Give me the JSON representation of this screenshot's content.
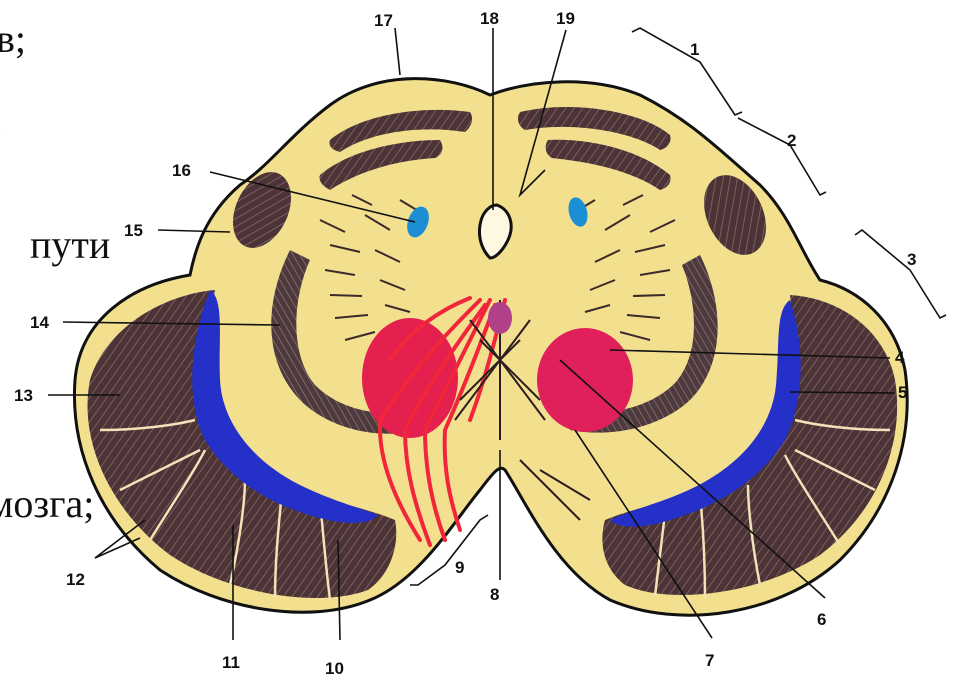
{
  "text_fragments": {
    "top_left": "в;",
    "left_mid": ";",
    "puti": "пути",
    "mozga": "мозга;"
  },
  "labels": {
    "n1": "1",
    "n2": "2",
    "n3": "3",
    "n4": "4",
    "n5": "5",
    "n6": "6",
    "n7": "7",
    "n8": "8",
    "n9": "9",
    "n10": "10",
    "n11": "11",
    "n12": "12",
    "n13": "13",
    "n14": "14",
    "n15": "15",
    "n16": "16",
    "n17": "17",
    "n18": "18",
    "n19": "19"
  },
  "colors": {
    "background": "#ffffff",
    "tissue_fill": "#f3e08f",
    "outline": "#111111",
    "fibre_dark": "#4b3338",
    "tract_blue": "#2430c8",
    "nucleus_red": "#e4204f",
    "root_red": "#f2263a",
    "nucleus_cyan": "#1c8fd4"
  }
}
